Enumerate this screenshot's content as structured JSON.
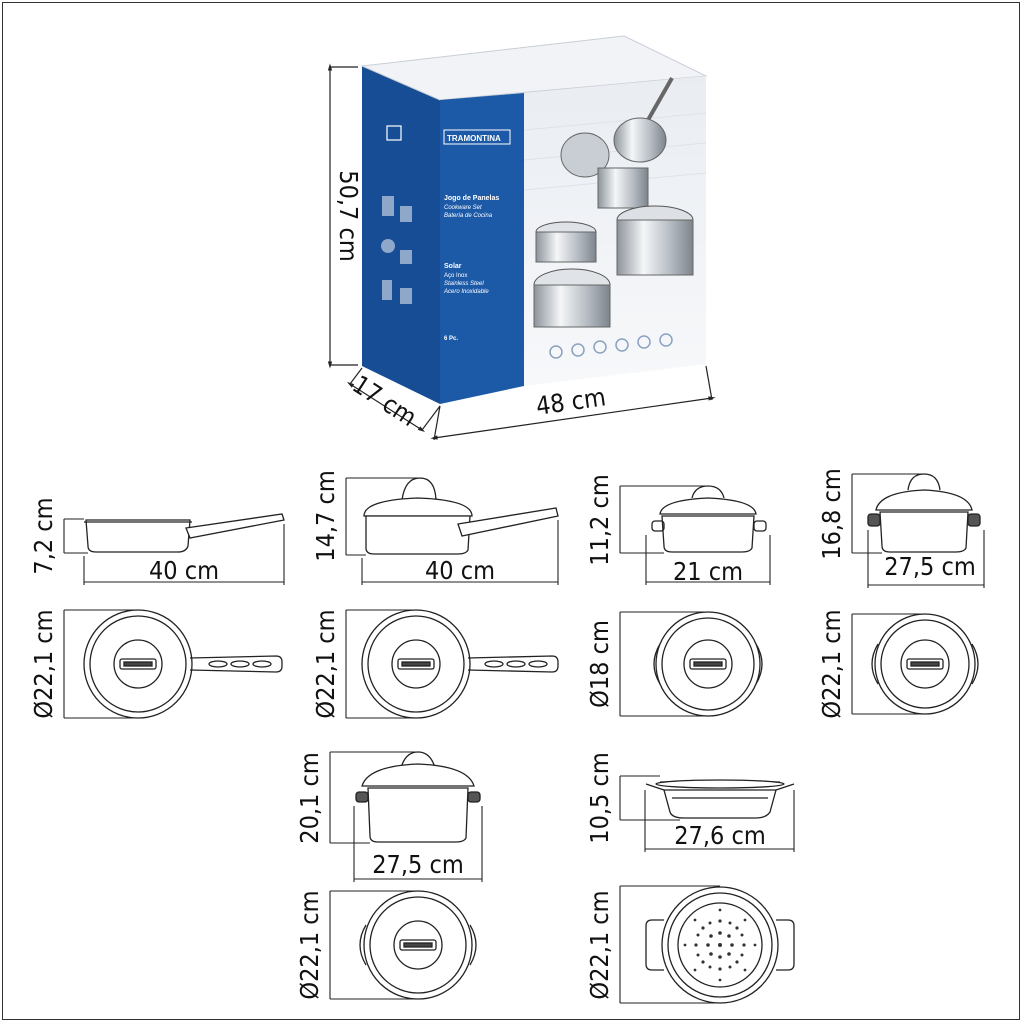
{
  "package": {
    "brand": "TRAMONTINA",
    "title_pt": "Jogo de Panelas",
    "title_en": "Cookware Set",
    "title_es": "Batería de Cocina",
    "line": "Solar",
    "material_pt": "Aço Inox",
    "material_en": "Stainless Steel",
    "material_es": "Acero Inoxidable",
    "pieces": "6 Pc.",
    "dim_height": "50,7 cm",
    "dim_depth": "17 cm",
    "dim_width": "48 cm"
  },
  "products": [
    {
      "name": "frying-pan",
      "height": "7,2 cm",
      "width": "40 cm",
      "diameter": "Ø22,1 cm"
    },
    {
      "name": "saucepan",
      "height": "14,7 cm",
      "width": "40 cm",
      "diameter": "Ø22,1 cm"
    },
    {
      "name": "casserole-small",
      "height": "11,2 cm",
      "width": "21 cm",
      "diameter": "Ø18 cm"
    },
    {
      "name": "casserole-medium",
      "height": "16,8 cm",
      "width": "27,5 cm",
      "diameter": "Ø22,1 cm"
    },
    {
      "name": "stockpot",
      "height": "20,1 cm",
      "width": "27,5 cm",
      "diameter": "Ø22,1 cm"
    },
    {
      "name": "steamer",
      "height": "10,5 cm",
      "width": "27,6 cm",
      "diameter": "Ø22,1 cm"
    }
  ],
  "colors": {
    "box_blue": "#1c5aa8",
    "line": "#222222",
    "box_side": "#174c93"
  }
}
